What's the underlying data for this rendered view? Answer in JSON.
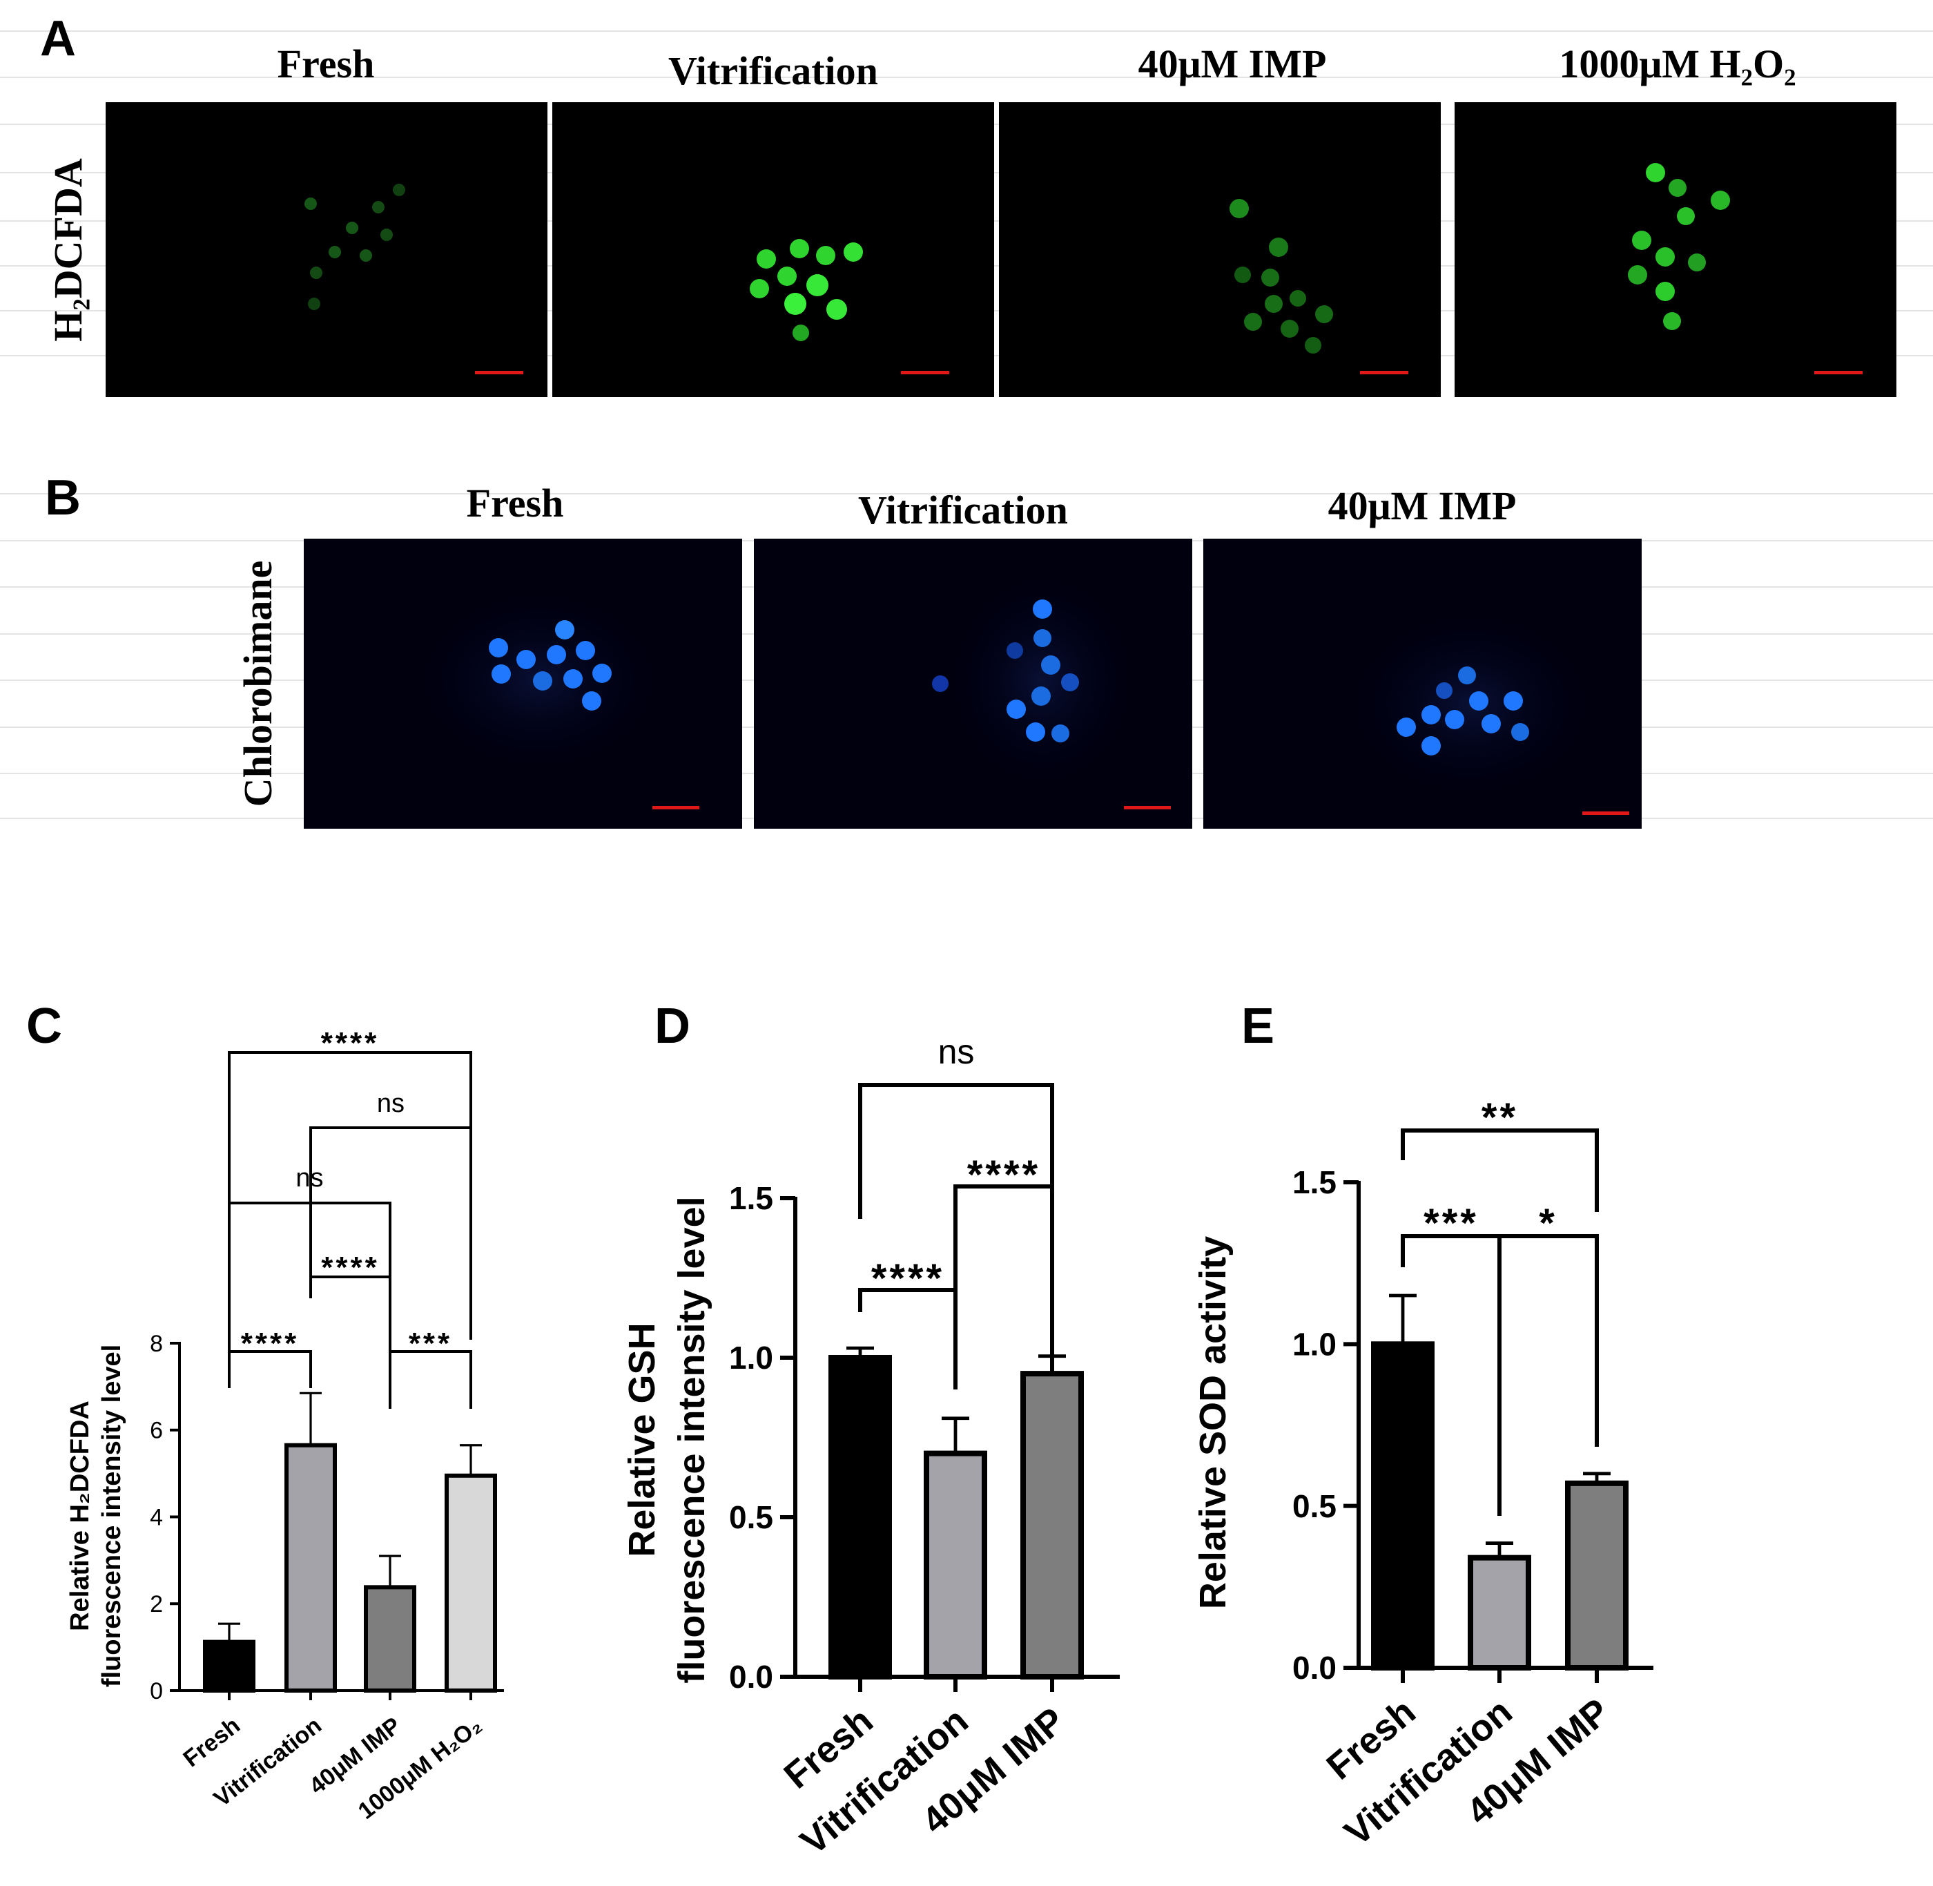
{
  "panels": {
    "A": {
      "letter": "A",
      "row_label": "H₂DCFDA",
      "columns": [
        "Fresh",
        "Vitrification",
        "40μM IMP",
        "1000μM H₂O₂"
      ],
      "stain_color": "#2fd42f"
    },
    "B": {
      "letter": "B",
      "row_label": "Chlorobimane",
      "columns": [
        "Fresh",
        "Vitrification",
        "40μM IMP"
      ],
      "stain_color": "#1f78ff"
    }
  },
  "chart_data": [
    {
      "id": "C",
      "letter": "C",
      "type": "bar",
      "categories": [
        "Fresh",
        "Vitrification",
        "40μM IMP",
        "1000μM H₂O₂"
      ],
      "values": [
        1.12,
        5.65,
        2.38,
        4.95
      ],
      "errors": [
        0.42,
        1.2,
        0.72,
        0.7
      ],
      "bar_colors": [
        "#000000",
        "#a4a3aa",
        "#7e7e7e",
        "#d8d8d8"
      ],
      "ylabel_lines": [
        "Relative H₂DCFDA",
        "fluorescence intensity level"
      ],
      "ylim": [
        0,
        8
      ],
      "yticks": [
        "0",
        "2",
        "4",
        "6",
        "8"
      ],
      "comparisons": [
        {
          "pair": [
            0,
            1
          ],
          "label": "****"
        },
        {
          "pair": [
            2,
            3
          ],
          "label": "***"
        },
        {
          "pair": [
            1,
            2
          ],
          "label": "****"
        },
        {
          "pair": [
            0,
            2
          ],
          "label": "ns"
        },
        {
          "pair": [
            1,
            3
          ],
          "label": "ns"
        },
        {
          "pair": [
            0,
            3
          ],
          "label": "****"
        }
      ]
    },
    {
      "id": "D",
      "letter": "D",
      "type": "bar",
      "categories": [
        "Fresh",
        "Vitrification",
        "40μM IMP"
      ],
      "values": [
        1.0,
        0.7,
        0.95
      ],
      "errors": [
        0.03,
        0.11,
        0.055
      ],
      "bar_colors": [
        "#000000",
        "#a4a3aa",
        "#7e7e7e"
      ],
      "ylabel_lines": [
        "Relative GSH",
        "fluorescence intensity level"
      ],
      "ylim": [
        0,
        1.5
      ],
      "yticks": [
        "0.0",
        "0.5",
        "1.0",
        "1.5"
      ],
      "comparisons": [
        {
          "pair": [
            0,
            1
          ],
          "label": "****"
        },
        {
          "pair": [
            1,
            2
          ],
          "label": "****"
        },
        {
          "pair": [
            0,
            2
          ],
          "label": "ns"
        }
      ]
    },
    {
      "id": "E",
      "letter": "E",
      "type": "bar",
      "categories": [
        "Fresh",
        "Vitrification",
        "40μM IMP"
      ],
      "values": [
        1.0,
        0.34,
        0.57
      ],
      "errors": [
        0.15,
        0.045,
        0.03
      ],
      "bar_colors": [
        "#000000",
        "#a4a3aa",
        "#7e7e7e"
      ],
      "ylabel_lines": [
        "Relative SOD activity"
      ],
      "ylim": [
        0,
        1.5
      ],
      "yticks": [
        "0.0",
        "0.5",
        "1.0",
        "1.5"
      ],
      "comparisons": [
        {
          "pair": [
            0,
            1
          ],
          "label": "***"
        },
        {
          "pair": [
            1,
            2
          ],
          "label": "*"
        },
        {
          "pair": [
            0,
            2
          ],
          "label": "**"
        }
      ]
    }
  ]
}
